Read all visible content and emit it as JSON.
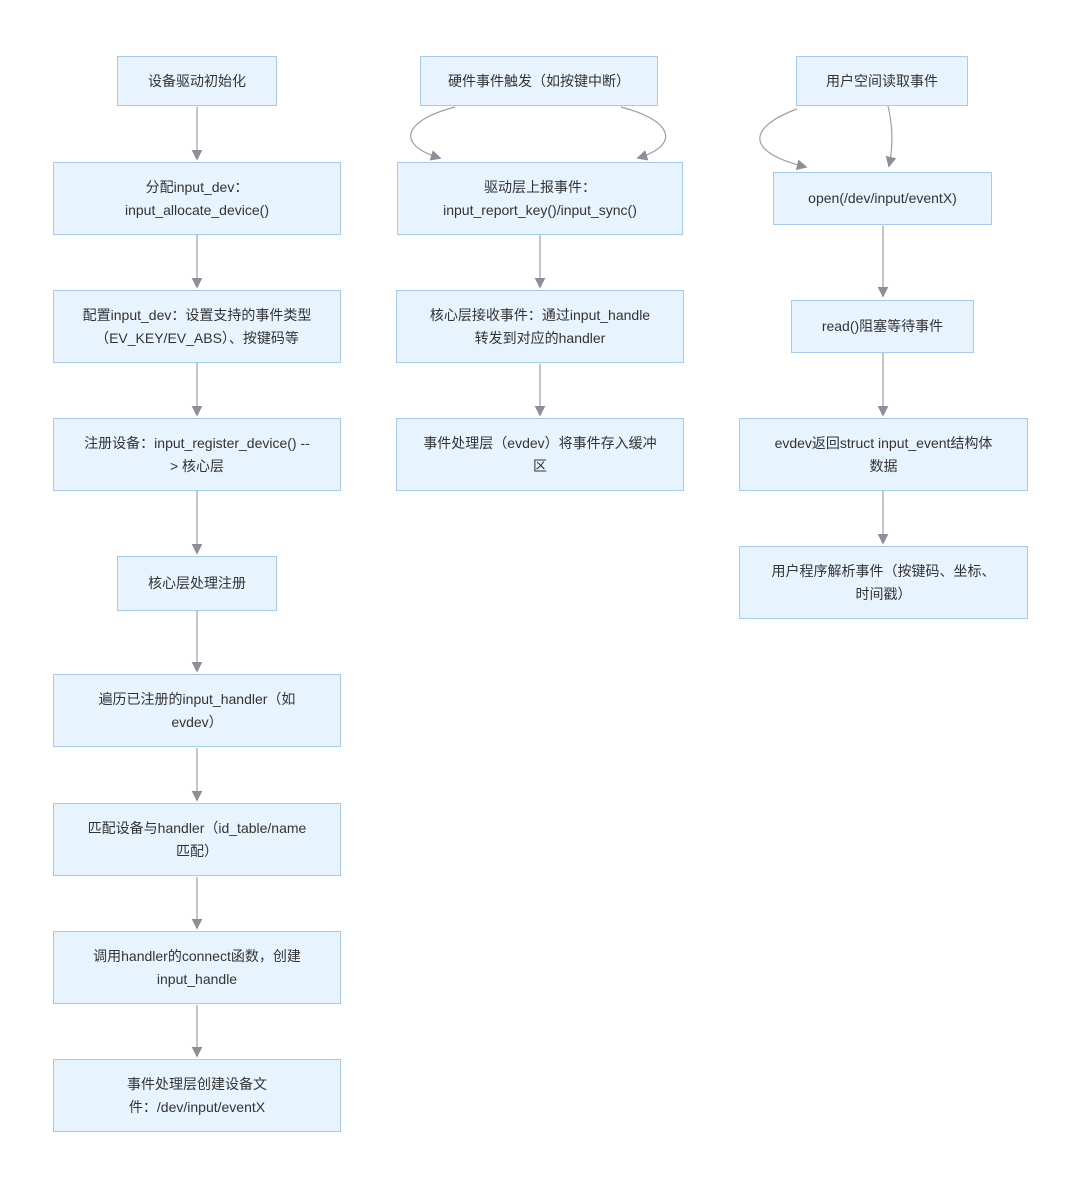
{
  "diagram_type": "flowchart",
  "colors": {
    "background": "#ffffff",
    "node_fill": "#e8f4fd",
    "node_border": "#a9cbe9",
    "node_text": "#333333",
    "arrow_line": "#9e9e9e",
    "arrow_head": "#8a8f98"
  },
  "columns": [
    {
      "nodes": [
        {
          "id": "c0n0",
          "text": "设备驱动初始化"
        },
        {
          "id": "c0n1",
          "text": "分配input_dev：\ninput_allocate_device()"
        },
        {
          "id": "c0n2",
          "text": "配置input_dev：设置支持的事件类型\n（EV_KEY/EV_ABS）、按键码等"
        },
        {
          "id": "c0n3",
          "text": "注册设备：input_register_device() --\n> 核心层"
        },
        {
          "id": "c0n4",
          "text": "核心层处理注册"
        },
        {
          "id": "c0n5",
          "text": "遍历已注册的input_handler（如\nevdev）"
        },
        {
          "id": "c0n6",
          "text": "匹配设备与handler（id_table/name\n匹配）"
        },
        {
          "id": "c0n7",
          "text": "调用handler的connect函数，创建\ninput_handle"
        },
        {
          "id": "c0n8",
          "text": "事件处理层创建设备文\n件：/dev/input/eventX"
        }
      ]
    },
    {
      "nodes": [
        {
          "id": "c1n0",
          "text": "硬件事件触发（如按键中断）"
        },
        {
          "id": "c1n1",
          "text": "驱动层上报事件：\ninput_report_key()/input_sync()"
        },
        {
          "id": "c1n2",
          "text": "核心层接收事件：通过input_handle\n转发到对应的handler"
        },
        {
          "id": "c1n3",
          "text": "事件处理层（evdev）将事件存入缓冲\n区"
        }
      ]
    },
    {
      "nodes": [
        {
          "id": "c2n0",
          "text": "用户空间读取事件"
        },
        {
          "id": "c2n1",
          "text": "open(/dev/input/eventX)"
        },
        {
          "id": "c2n2",
          "text": "read()阻塞等待事件"
        },
        {
          "id": "c2n3",
          "text": "evdev返回struct input_event结构体\n数据"
        },
        {
          "id": "c2n4",
          "text": "用户程序解析事件（按键码、坐标、\n时间戳）"
        }
      ]
    }
  ],
  "edges": [
    {
      "from": "c0n0",
      "to": "c0n1",
      "shape": "straight"
    },
    {
      "from": "c0n1",
      "to": "c0n2",
      "shape": "straight"
    },
    {
      "from": "c0n2",
      "to": "c0n3",
      "shape": "straight"
    },
    {
      "from": "c0n3",
      "to": "c0n4",
      "shape": "straight"
    },
    {
      "from": "c0n4",
      "to": "c0n5",
      "shape": "straight"
    },
    {
      "from": "c0n5",
      "to": "c0n6",
      "shape": "straight"
    },
    {
      "from": "c0n6",
      "to": "c0n7",
      "shape": "straight"
    },
    {
      "from": "c0n7",
      "to": "c0n8",
      "shape": "straight"
    },
    {
      "from": "c1n0",
      "to": "c1n1",
      "shape": "curved-left"
    },
    {
      "from": "c1n0",
      "to": "c1n1",
      "shape": "curved-right"
    },
    {
      "from": "c1n1",
      "to": "c1n2",
      "shape": "straight"
    },
    {
      "from": "c1n2",
      "to": "c1n3",
      "shape": "straight"
    },
    {
      "from": "c2n0",
      "to": "c2n1",
      "shape": "curved-left"
    },
    {
      "from": "c2n0",
      "to": "c2n1",
      "shape": "curved-right"
    },
    {
      "from": "c2n1",
      "to": "c2n2",
      "shape": "straight"
    },
    {
      "from": "c2n2",
      "to": "c2n3",
      "shape": "straight"
    },
    {
      "from": "c2n3",
      "to": "c2n4",
      "shape": "straight"
    }
  ]
}
